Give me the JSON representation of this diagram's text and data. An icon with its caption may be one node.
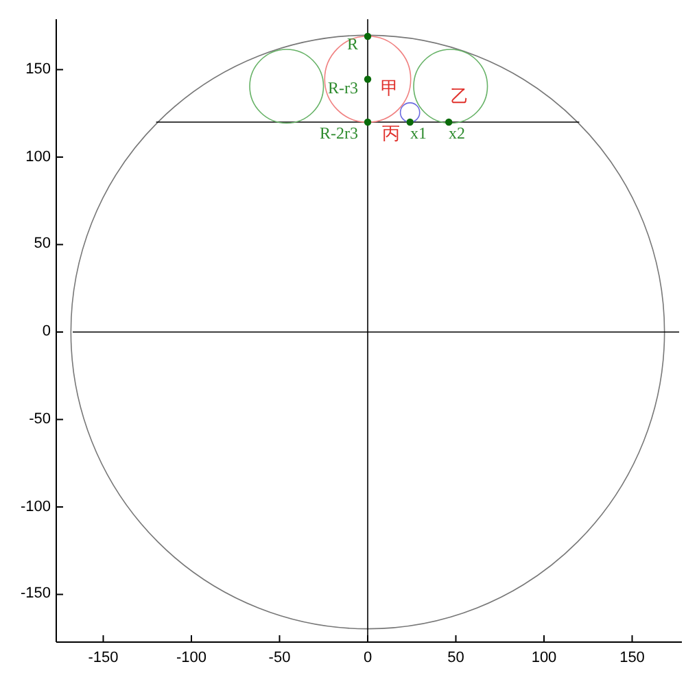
{
  "diagram": {
    "labels": [
      "R",
      "R-r3",
      "甲",
      "乙",
      "R-2r3",
      "丙",
      "x1",
      "x2",
      "150",
      "100",
      "50",
      "0",
      "-50",
      "-100",
      "-150",
      "-150",
      "-100",
      "-50",
      "0",
      "50",
      "100",
      "150"
    ]
  }
}
